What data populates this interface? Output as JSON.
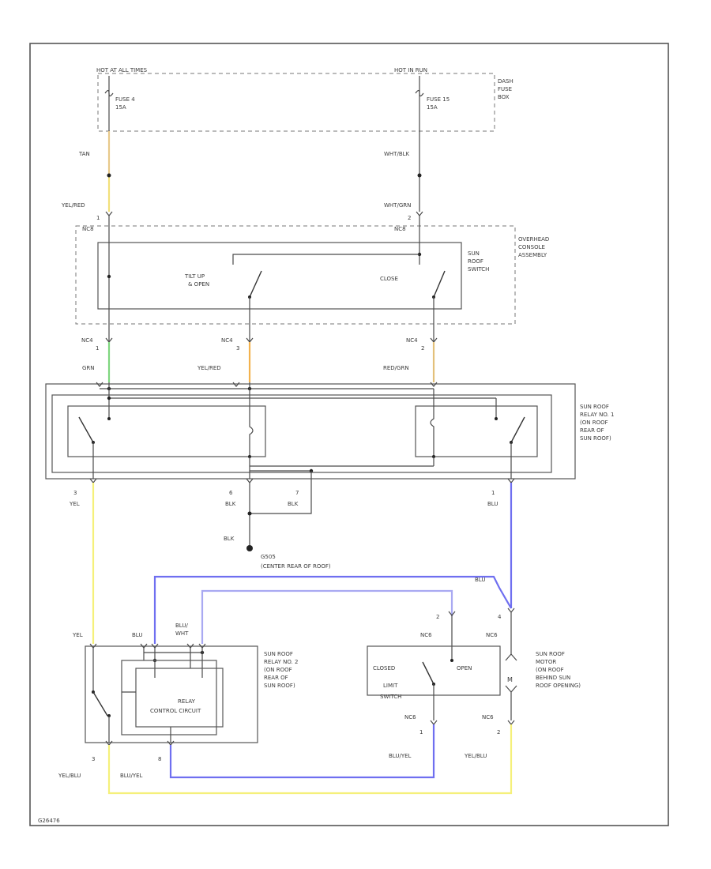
{
  "colors": {
    "tan": "#e8c98a",
    "yel_red": "#f2e07a",
    "orange": "#f3b24e",
    "grn": "#7fd67f",
    "red_grn": "#e3c07a",
    "yel": "#f5f07a",
    "blu": "#6f6ff0",
    "blu_wht": "#a9a9f2",
    "blu_yel": "#6f6ff0",
    "yel_blu": "#f5f07a",
    "wire": "#4a4a4a"
  },
  "fuse_box": {
    "hot_always_label": "HOT AT ALL TIMES",
    "hot_run_label": "HOT IN RUN",
    "fuse1_label": "FUSE 4",
    "fuse1_rating": "15A",
    "fuse2_label": "FUSE 15",
    "fuse2_rating": "15A",
    "box_name_l1": "DASH",
    "box_name_l2": "FUSE",
    "box_name_l3": "BOX"
  },
  "wires": {
    "tan": "TAN",
    "wht_blk": "WHT/BLK",
    "yel_red_top": "YEL/RED",
    "wht_grn": "WHT/GRN",
    "grn": "GRN",
    "yel_red_mid": "YEL/RED",
    "red_grn": "RED/GRN",
    "yel": "YEL",
    "blk1": "BLK",
    "blk2": "BLK",
    "blk3": "BLK",
    "blu1": "BLU",
    "blu_top": "BLU",
    "yel2": "YEL",
    "blu2": "BLU",
    "blu_wht_l1": "BLU/",
    "blu_wht_l2": "WHT",
    "yel_blu1": "YEL/BLU",
    "blu_yel1": "BLU/YEL",
    "blu_yel2": "BLU/YEL",
    "yel_blu2": "YEL/BLU"
  },
  "connectors": {
    "c_left": "NC8",
    "c_left_pin": "1",
    "c_right": "NC8",
    "c_right_pin": "2",
    "nc4_1": "NC4",
    "nc4_1_pin": "1",
    "nc4_2": "NC4",
    "nc4_2_pin": "3",
    "nc4_3": "NC4",
    "nc4_3_pin": "2",
    "pin_3": "3",
    "pin_6": "6",
    "pin_7": "7",
    "pin_1": "1",
    "pin_2_motor": "2",
    "pin_4_motor": "4",
    "nc6_a": "NC6",
    "nc6_b": "NC6",
    "nc6_c": "NC6",
    "nc6_c_pin": "1",
    "nc6_d": "NC6",
    "nc6_d_pin": "2",
    "pin_3_relay2": "3",
    "pin_8_relay2": "8"
  },
  "components": {
    "overhead_l1": "OVERHEAD",
    "overhead_l2": "CONSOLE",
    "overhead_l3": "ASSEMBLY",
    "switch_l1": "SUN",
    "switch_l2": "ROOF",
    "switch_l3": "SWITCH",
    "tilt_l1": "TILT UP",
    "tilt_l2": "& OPEN",
    "close": "CLOSE",
    "relay1_l1": "SUN ROOF",
    "relay1_l2": "RELAY NO. 1",
    "relay1_l3": "(ON ROOF",
    "relay1_l4": "REAR OF",
    "relay1_l5": "SUN ROOF)",
    "ground_name": "G505",
    "ground_loc": "(CENTER REAR OF ROOF)",
    "relay2_l1": "SUN ROOF",
    "relay2_l2": "RELAY NO. 2",
    "relay2_l3": "(ON ROOF",
    "relay2_l4": "REAR OF",
    "relay2_l5": "SUN ROOF)",
    "relay_ctrl_l1": "RELAY",
    "relay_ctrl_l2": "CONTROL CIRCUIT",
    "limit_closed": "CLOSED",
    "limit_open": "OPEN",
    "limit_l1": "LIMIT",
    "limit_l2": "SWITCH",
    "motor_l1": "SUN ROOF",
    "motor_l2": "MOTOR",
    "motor_l3": "(ON ROOF",
    "motor_l4": "BEHIND SUN",
    "motor_l5": "ROOF OPENING)",
    "motor_symbol": "M"
  },
  "footer": {
    "code": "G26476"
  }
}
